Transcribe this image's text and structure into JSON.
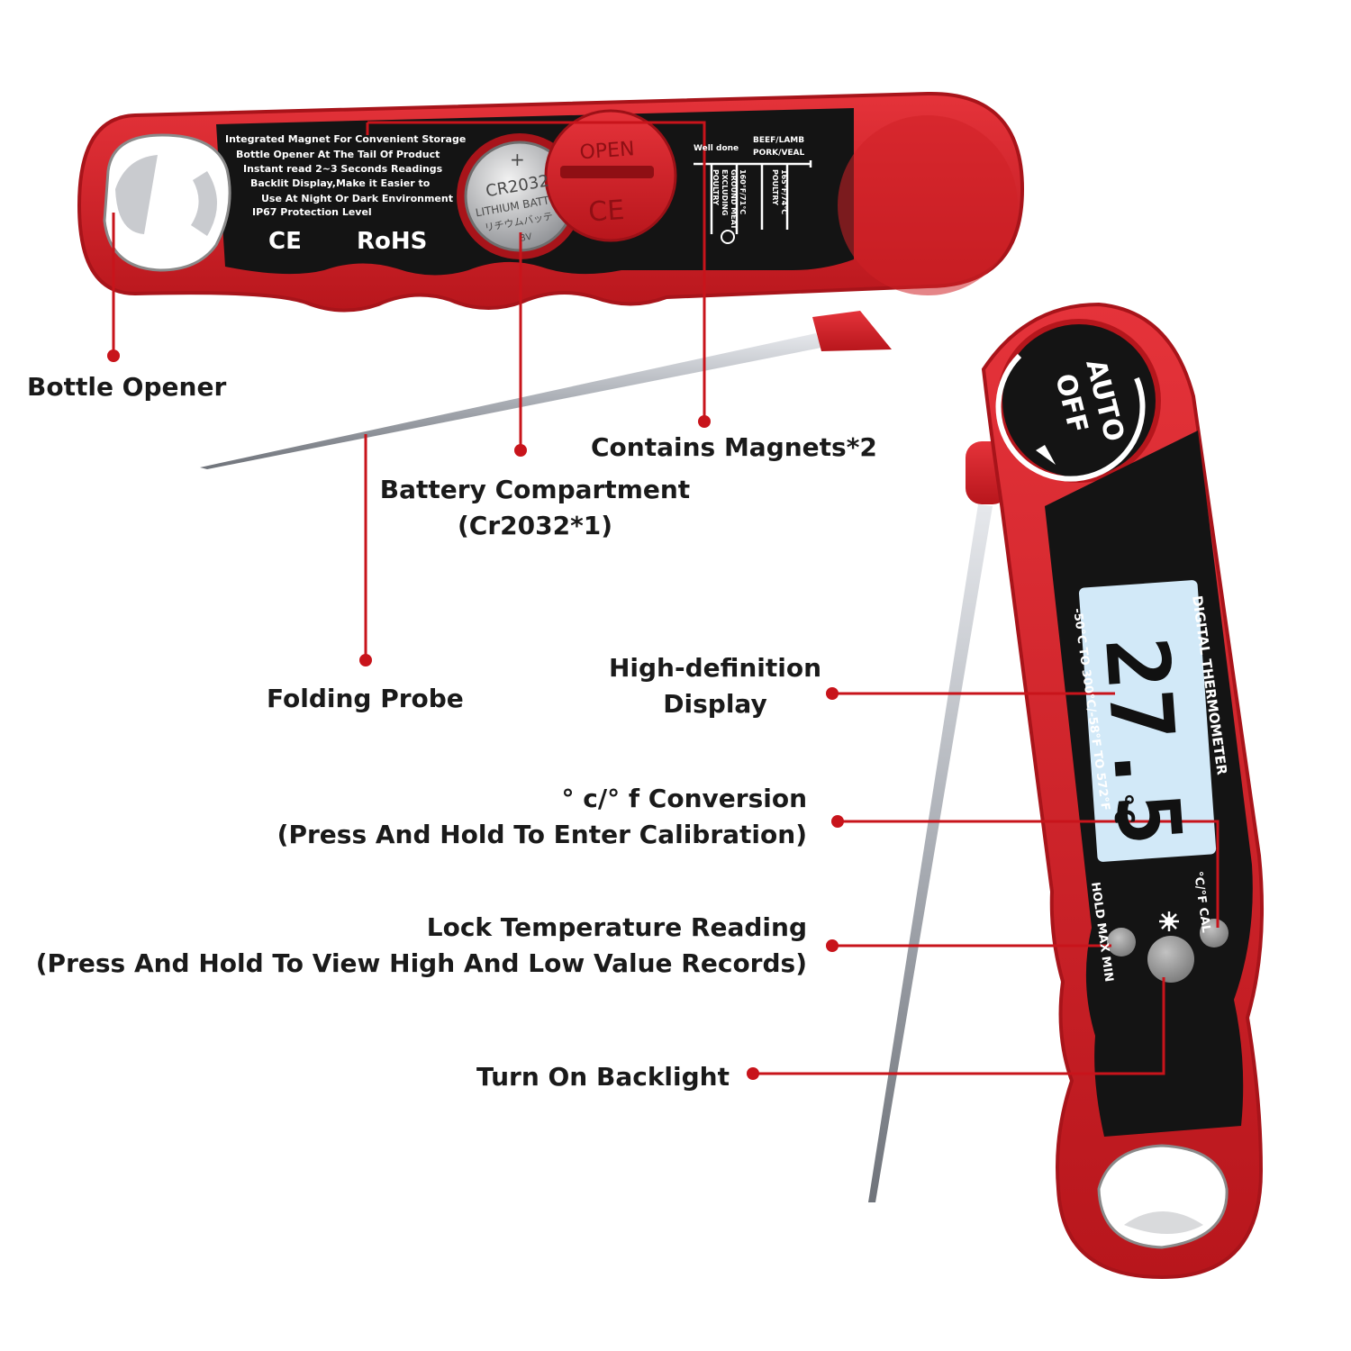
{
  "colors": {
    "body_red": "#d81e24",
    "dark_red": "#a8141a",
    "panel_black": "#141414",
    "leader_red": "#c8141b",
    "lcd_blue": "#d2e9f8",
    "probe_silver": "#b9bcc2",
    "button_gray": "#9a9a9a"
  },
  "icons": [
    "bottle-opener-icon",
    "coin-battery-icon",
    "backlight-sun-icon",
    "auto-off-arrow-icon"
  ],
  "callouts": {
    "bottle_opener": "Bottle Opener",
    "contains_magnets": "Contains Magnets*2",
    "battery_line1": "Battery Compartment",
    "battery_line2": "(Cr2032*1)",
    "folding_probe": "Folding Probe",
    "display_line1": "High-definition",
    "display_line2": "Display",
    "conversion_line1": "° c/° f Conversion",
    "conversion_line2": "(Press And Hold To Enter Calibration)",
    "lock_line1": "Lock Temperature Reading",
    "lock_line2": "(Press And Hold To View High And Low Value Records)",
    "backlight": "Turn On Backlight"
  },
  "device_top": {
    "features": [
      "Integrated Magnet For Convenient Storage",
      "Bottle Opener At The Tail Of Product",
      "Instant read 2~3 Seconds Readings",
      "Backlit Display,Make it Easier to",
      "Use At Night Or Dark Environment",
      "IP67 Protection Level"
    ],
    "ce": "CE",
    "rohs": "RoHS",
    "battery_plus": "+",
    "battery_model": "CR2032",
    "battery_type": "LITHIUM BATT",
    "battery_jp": "リチウムバッテ",
    "battery_voltage": "3V",
    "cover_label": "OPEN",
    "cover_ce": "CE",
    "well_done": "Well done",
    "beef_line1": "BEEF/LAMB",
    "beef_line2": "PORK/VEAL",
    "temp_ground_1": "160°F/71°C",
    "temp_ground_2": "GROUND MEAT",
    "temp_ground_3": "EXCLUDING",
    "temp_ground_4": "POULTRY",
    "temp_poultry_1": "165°F/74°C",
    "temp_poultry_2": "POULTRY"
  },
  "device_front": {
    "auto": "AUTO",
    "off": "OFF",
    "title": "DIGITAL THERMOMETER",
    "range": "-50°C TO 300°C/-58°F TO 572°F",
    "reading": "27.5",
    "unit": "°C",
    "btn_left_label": "HOLD MAX MIN",
    "btn_right_label": "°C/°F CAL"
  }
}
